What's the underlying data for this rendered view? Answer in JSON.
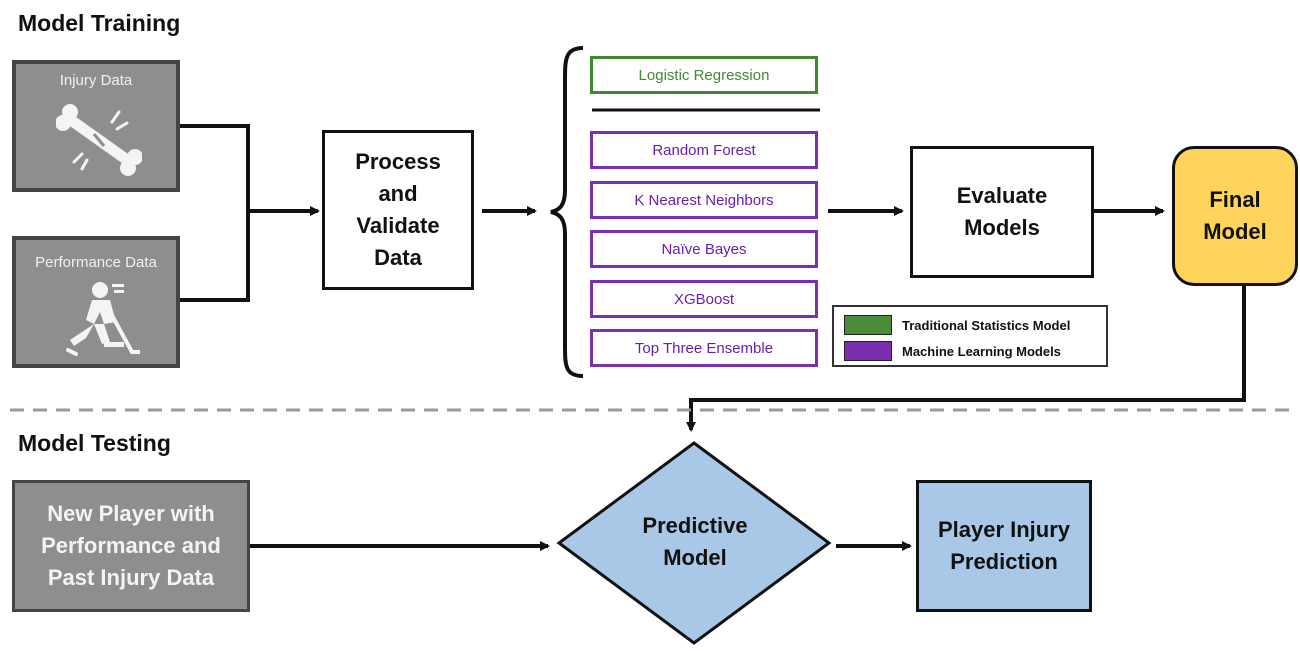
{
  "training": {
    "title": "Model Training",
    "injury_label": "Injury Data",
    "performance_label": "Performance Data",
    "process_lines": [
      "Process",
      "and",
      "Validate",
      "Data"
    ],
    "models": {
      "traditional": "Logistic Regression",
      "ml": [
        "Random Forest",
        "K Nearest Neighbors",
        "Naïve Bayes",
        "XGBoost",
        "Top Three Ensemble"
      ]
    },
    "evaluate_lines": [
      "Evaluate",
      "Models"
    ],
    "final_lines": [
      "Final",
      "Model"
    ],
    "legend": {
      "traditional": "Traditional Statistics Model",
      "ml": "Machine Learning Models"
    }
  },
  "testing": {
    "title": "Model Testing",
    "new_player_lines": [
      "New Player with",
      "Performance and",
      "Past Injury Data"
    ],
    "predictive_lines": [
      "Predictive",
      "Model"
    ],
    "prediction_lines": [
      "Player Injury",
      "Prediction"
    ]
  },
  "colors": {
    "gray_box": "#8e8e8e",
    "traditional_green": "#3f8a2f",
    "ml_purple": "#7a2fb0",
    "final_yellow": "#ffd45a",
    "testing_blue": "#a9c8e8"
  },
  "icons": [
    "bone-icon",
    "hockey-player-icon"
  ]
}
